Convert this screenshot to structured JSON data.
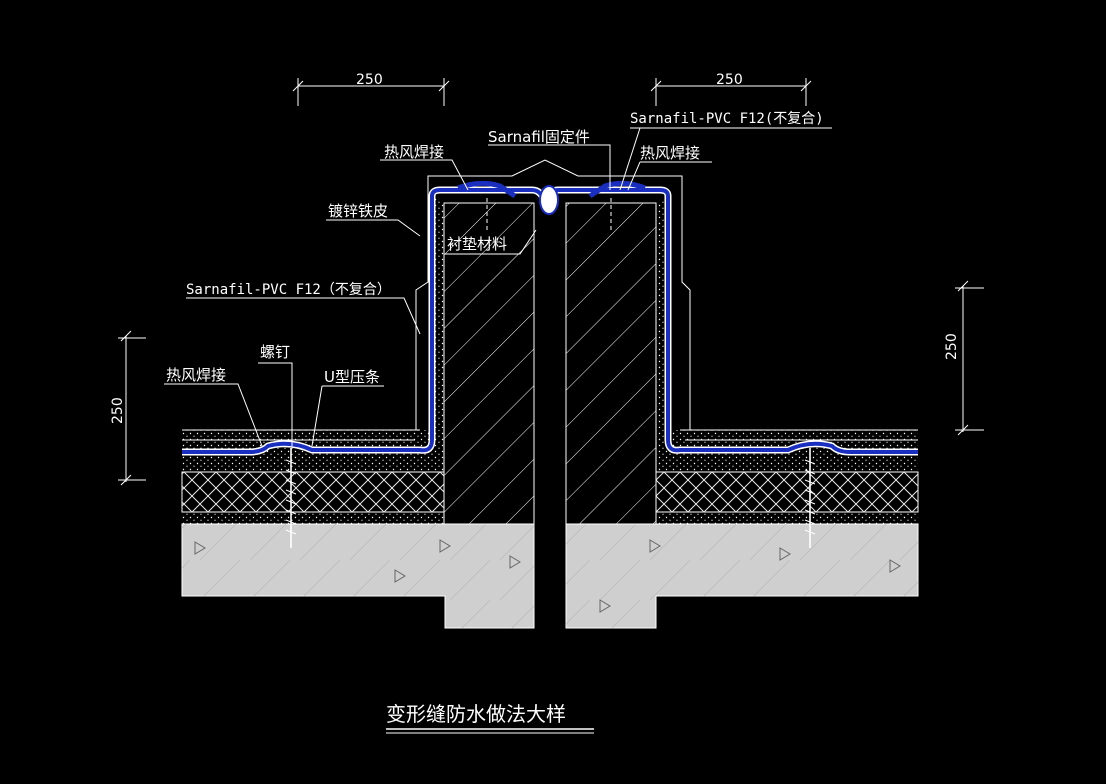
{
  "title": "变形缝防水做法大样",
  "labels": {
    "fixing": "Sarnafil固定件",
    "membrane_top": "Sarnafil-PVC F12(不复合)",
    "membrane_left": "Sarnafil-PVC F12（不复合）",
    "weld_left_top": "热风焊接",
    "weld_right_top": "热风焊接",
    "weld_left_bottom": "热风焊接",
    "galvanized_sheet": "镀锌铁皮",
    "backing": "衬垫材料",
    "screw": "螺钉",
    "u_strip": "U型压条"
  },
  "dimensions": {
    "top_left": "250",
    "top_right": "250",
    "left_vertical": "250",
    "right_vertical": "250"
  },
  "colors": {
    "background": "#000000",
    "line": "#ffffff",
    "membrane": "#1a2fbf",
    "concrete": "#cfcfcf",
    "insulation_hatch": "#e6e6e6"
  }
}
